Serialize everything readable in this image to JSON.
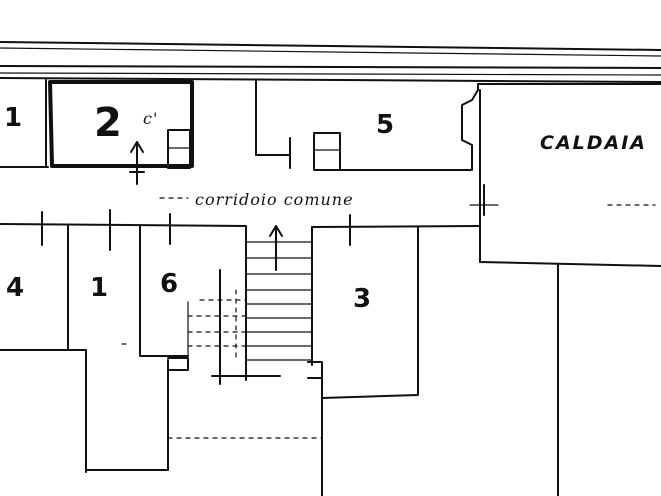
{
  "rooms": {
    "room_1_top": "1",
    "room_2": "2",
    "room_2_mark": "c'",
    "room_5": "5",
    "boiler": "CALDAIA",
    "room_4": "4",
    "room_1_bottom": "1",
    "room_6": "6",
    "room_3": "3"
  },
  "corridor": {
    "label": "corridoio comune"
  }
}
